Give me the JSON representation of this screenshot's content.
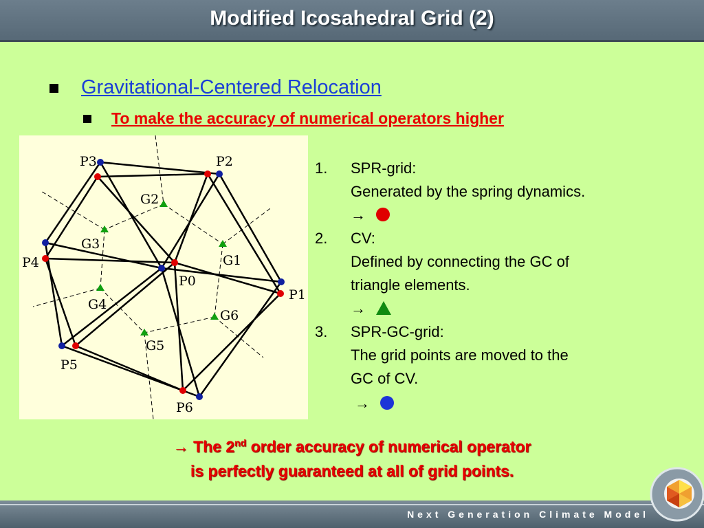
{
  "header": {
    "title": "Modified Icosahedral Grid (2)"
  },
  "section": {
    "heading": "Gravitational-Centered Relocation",
    "subheading": "To make the accuracy of numerical operators higher"
  },
  "diagram": {
    "p_labels": [
      "P3",
      "P2",
      "P4",
      "P0",
      "P1",
      "P5",
      "P6"
    ],
    "g_labels": [
      "G2",
      "G3",
      "G1",
      "G4",
      "G6",
      "G5"
    ]
  },
  "list": [
    {
      "num": "1.",
      "title": "SPR-grid:",
      "desc": [
        "Generated by the spring dynamics."
      ],
      "arrow": "→",
      "marker": "red-circle"
    },
    {
      "num": "2.",
      "title": "CV:",
      "desc": [
        "Defined by connecting the GC of",
        "triangle elements."
      ],
      "arrow": "→",
      "marker": "green-triangle"
    },
    {
      "num": "3.",
      "title": "SPR-GC-grid:",
      "desc": [
        "The grid points are moved to the",
        "GC of CV."
      ],
      "arrow": "→",
      "marker": "blue-circle"
    }
  ],
  "conclusion": {
    "arrow": "→",
    "line1_a": "The 2",
    "line1_sup": "nd",
    "line1_b": " order accuracy of numerical operator",
    "line2": "is perfectly guaranteed at all of grid points."
  },
  "footer": {
    "text": "Next Generation Climate Model"
  },
  "colors": {
    "red_point": "#e00000",
    "blue_point": "#1020a0",
    "green_point": "#10a010",
    "background": "#ccff99"
  }
}
